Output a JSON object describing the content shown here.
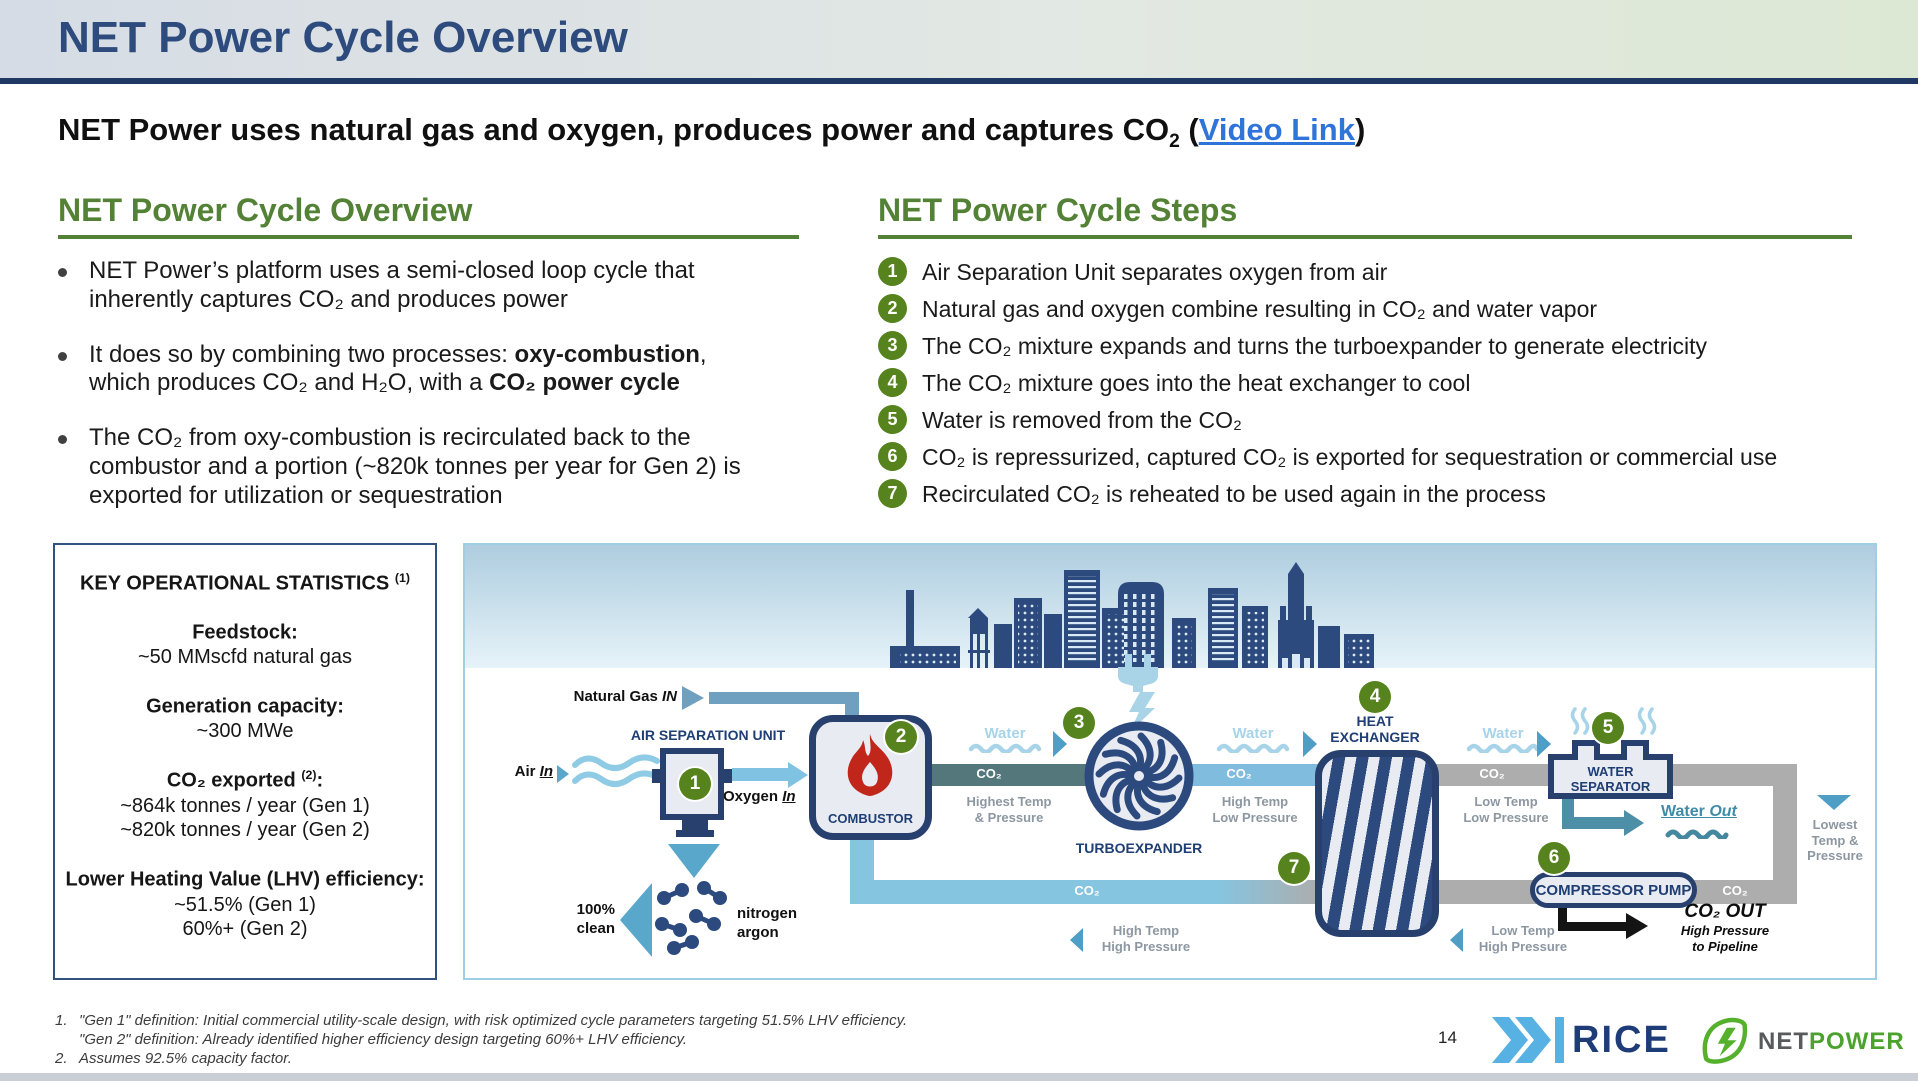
{
  "header": {
    "title": "NET Power Cycle Overview"
  },
  "subtitle": {
    "text": "NET Power uses natural gas and oxygen, produces power and captures CO",
    "sub": "2",
    "sep": " (",
    "link": "Video Link",
    "end": ")"
  },
  "overview": {
    "heading": "NET Power Cycle Overview",
    "bullet1": "NET Power’s platform uses a semi-closed loop cycle that inherently captures CO₂ and produces power",
    "bullet2": {
      "pre": "It does so by combining two processes: ",
      "bold1": "oxy-combustion",
      "mid": ", which produces CO₂ and H₂O, with a ",
      "bold2": "CO₂ power cycle"
    },
    "bullet3": "The CO₂ from oxy-combustion is recirculated back to the combustor and a portion (~820k tonnes per year for Gen 2) is exported for utilization or sequestration"
  },
  "steps": {
    "heading": "NET Power Cycle Steps",
    "items": [
      {
        "num": "1",
        "text": "Air Separation Unit separates oxygen from air"
      },
      {
        "num": "2",
        "text": "Natural gas and oxygen combine resulting in CO₂ and water vapor"
      },
      {
        "num": "3",
        "text": "The CO₂ mixture expands and turns the turboexpander to generate electricity"
      },
      {
        "num": "4",
        "text": "The CO₂ mixture goes into the heat exchanger to cool"
      },
      {
        "num": "5",
        "text": "Water is removed from the CO₂"
      },
      {
        "num": "6",
        "text": "CO₂ is repressurized, captured CO₂ is exported for sequestration or commercial use"
      },
      {
        "num": "7",
        "text": "Recirculated CO₂ is reheated to be used again in the process"
      }
    ]
  },
  "stats": {
    "title": "KEY OPERATIONAL STATISTICS",
    "title_sup": "(1)",
    "groups": [
      {
        "label": "Feedstock:",
        "sup": "",
        "after": "",
        "values_text": "~50 MMscfd natural gas"
      },
      {
        "label": "Generation capacity:",
        "sup": "",
        "after": "",
        "values_text": "~300 MWe"
      },
      {
        "label": "CO₂ exported ",
        "sup": "(2)",
        "after": ":",
        "values_text": "~864k tonnes / year (Gen 1)\n~820k tonnes / year (Gen 2)"
      },
      {
        "label": "Lower Heating Value (LHV) efficiency:",
        "sup": "",
        "after": "",
        "values_text": "~51.5% (Gen 1)\n60%+ (Gen 2)"
      }
    ]
  },
  "diagram": {
    "badges": [
      "1",
      "2",
      "3",
      "4",
      "5",
      "6",
      "7"
    ],
    "natural_gas": {
      "text": "Natural Gas ",
      "em": "IN"
    },
    "air_in": {
      "text": "Air ",
      "em": "In"
    },
    "oxygen_in": {
      "text": "Oxygen ",
      "em": "In"
    },
    "asu_label": "AIR SEPARATION UNIT",
    "combustor_label": "COMBUSTOR",
    "turboexpander_label": "TURBOEXPANDER",
    "heat_exchanger_label": "HEAT\nEXCHANGER",
    "water_separator_label": "WATER\nSEPARATOR",
    "compressor_pump_label": "COMPRESSOR PUMP",
    "water_label": "Water",
    "water_out": {
      "text": "Water ",
      "em": "Out"
    },
    "co2_label": "CO₂",
    "highest_temp_pressure": "Highest Temp\n& Pressure",
    "high_temp_low_pressure": "High Temp\nLow Pressure",
    "low_temp_low_pressure": "Low Temp\nLow Pressure",
    "high_temp_high_pressure": "High Temp\nHigh Pressure",
    "low_temp_high_pressure": "Low Temp\nHigh Pressure",
    "lowest_temp_pressure": "Lowest\nTemp &\nPressure",
    "clean_label": "100%\nclean",
    "nitrogen_argon_label": "nitrogen\nargon",
    "co2_out_title": "CO₂ OUT",
    "co2_out_sub": "High Pressure\nto Pipeline"
  },
  "footnotes": {
    "items": [
      {
        "num": "1.",
        "text": "\"Gen 1\" definition: Initial commercial utility-scale design, with risk optimized cycle parameters targeting 51.5% LHV efficiency.\n\"Gen 2\" definition: Already identified higher efficiency design targeting 60%+ LHV efficiency."
      },
      {
        "num": "2.",
        "text": "Assumes 92.5% capacity factor."
      }
    ]
  },
  "footer": {
    "page": "14",
    "rice": "RICE",
    "netpower_net": "NET",
    "netpower_power": "POWER"
  },
  "colors": {
    "accent_green": "#538135",
    "badge_green": "#56831d",
    "title_navy": "#2e4b7d",
    "rule_navy": "#1f3864",
    "link_blue": "#2e74d9",
    "light_blue": "#a8d4ea",
    "city_navy": "#2c4a7e",
    "hot_pipe": "#54777c",
    "warm_pipe": "#7fbcde",
    "cold_pipe": "#adadad"
  }
}
